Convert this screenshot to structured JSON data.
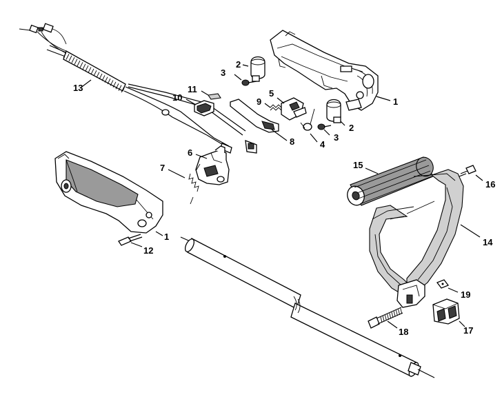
{
  "diagram": {
    "callouts": [
      {
        "id": "c1a",
        "label": "1"
      },
      {
        "id": "c1b",
        "label": "1"
      },
      {
        "id": "c2a",
        "label": "2"
      },
      {
        "id": "c2b",
        "label": "2"
      },
      {
        "id": "c3a",
        "label": "3"
      },
      {
        "id": "c3b",
        "label": "3"
      },
      {
        "id": "c4",
        "label": "4"
      },
      {
        "id": "c5",
        "label": "5"
      },
      {
        "id": "c6",
        "label": "6"
      },
      {
        "id": "c7",
        "label": "7"
      },
      {
        "id": "c8",
        "label": "8"
      },
      {
        "id": "c9",
        "label": "9"
      },
      {
        "id": "c10",
        "label": "10"
      },
      {
        "id": "c11",
        "label": "11"
      },
      {
        "id": "c12",
        "label": "12"
      },
      {
        "id": "c13",
        "label": "13"
      },
      {
        "id": "c14",
        "label": "14"
      },
      {
        "id": "c15",
        "label": "15"
      },
      {
        "id": "c16",
        "label": "16"
      },
      {
        "id": "c17",
        "label": "17"
      },
      {
        "id": "c18",
        "label": "18"
      },
      {
        "id": "c19",
        "label": "19"
      }
    ]
  }
}
